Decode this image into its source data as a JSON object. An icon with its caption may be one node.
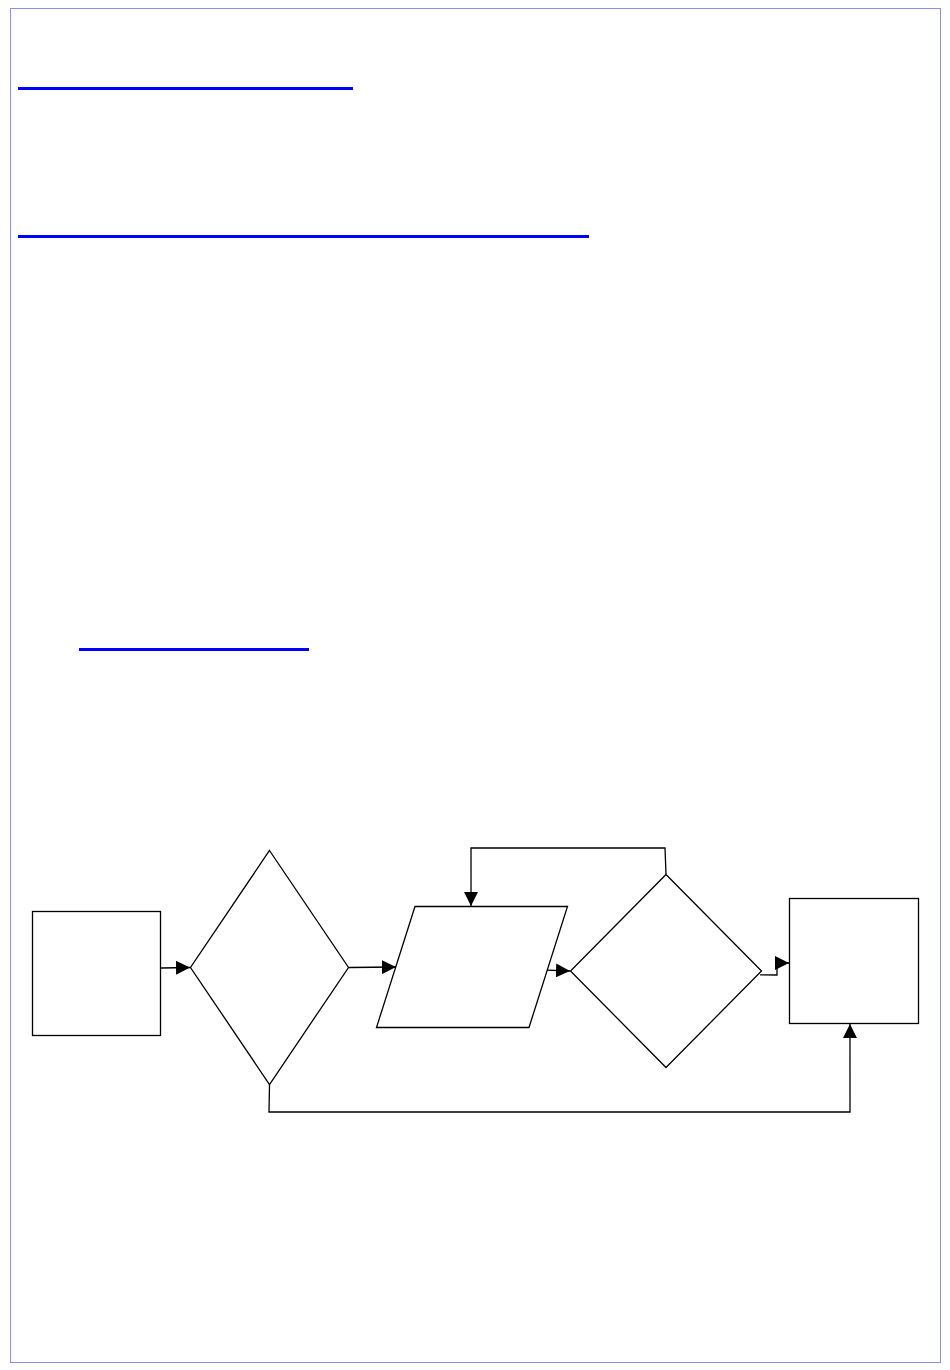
{
  "diagram": {
    "nodes": [
      {
        "text": [],
        "shape": "box"
      },
      {
        "text": [],
        "shape": "diamond"
      },
      {
        "text": [],
        "shape": "parallelogram"
      },
      {
        "text": [],
        "shape": "diamond"
      },
      {
        "text": [],
        "shape": "box"
      }
    ],
    "edges": [
      {
        "from": 0,
        "to": 1,
        "arrow": "to"
      },
      {
        "from": 1,
        "to": 2,
        "arrow": "to"
      },
      {
        "from": 2,
        "to": 3,
        "arrow": "to"
      },
      {
        "from": 3,
        "to": 4,
        "arrow": "to"
      },
      {
        "from": 3,
        "to": 2,
        "arrow": "to"
      },
      {
        "from": 1,
        "to": 4,
        "arrow": "to"
      }
    ]
  }
}
